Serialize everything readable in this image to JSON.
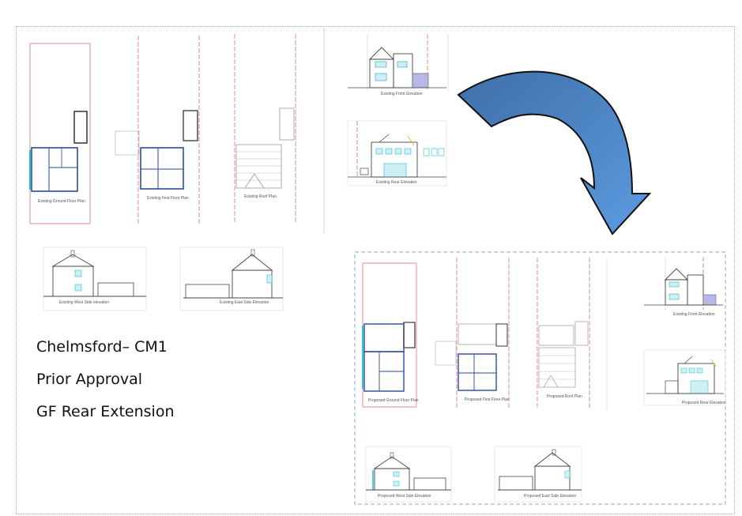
{
  "captions": {
    "line1": "Chelmsford– CM1",
    "line2": "Prior Approval",
    "line3": "GF Rear Extension"
  },
  "existing": {
    "ground_floor": "Existing Ground Floor Plan",
    "first_floor": "Existing First Floor Plan",
    "roof": "Existing Roof Plan",
    "front_elev": "Existing Front Elevation",
    "rear_elev": "Existing Rear Elevation",
    "west_side": "Existing  West Side elevation",
    "east_side": "Existing East Side Elevation"
  },
  "proposed": {
    "ground_floor": "Proposed Ground Floor Plan",
    "first_floor": "Proposed First Floor Plan",
    "roof": "Proposed Roof Plan",
    "front_elev": "Existing Front Elevation",
    "rear_elev": "Proposed Rear Elevation",
    "west_side": "Proposed  West Side Elevation",
    "east_side": "Proposed East Side Elevation"
  },
  "colors": {
    "arrow_fill": "#4f86c6",
    "boundary_red": "#e07070",
    "plan_blue": "#2a4a9a",
    "cyan": "#20c0d0"
  }
}
